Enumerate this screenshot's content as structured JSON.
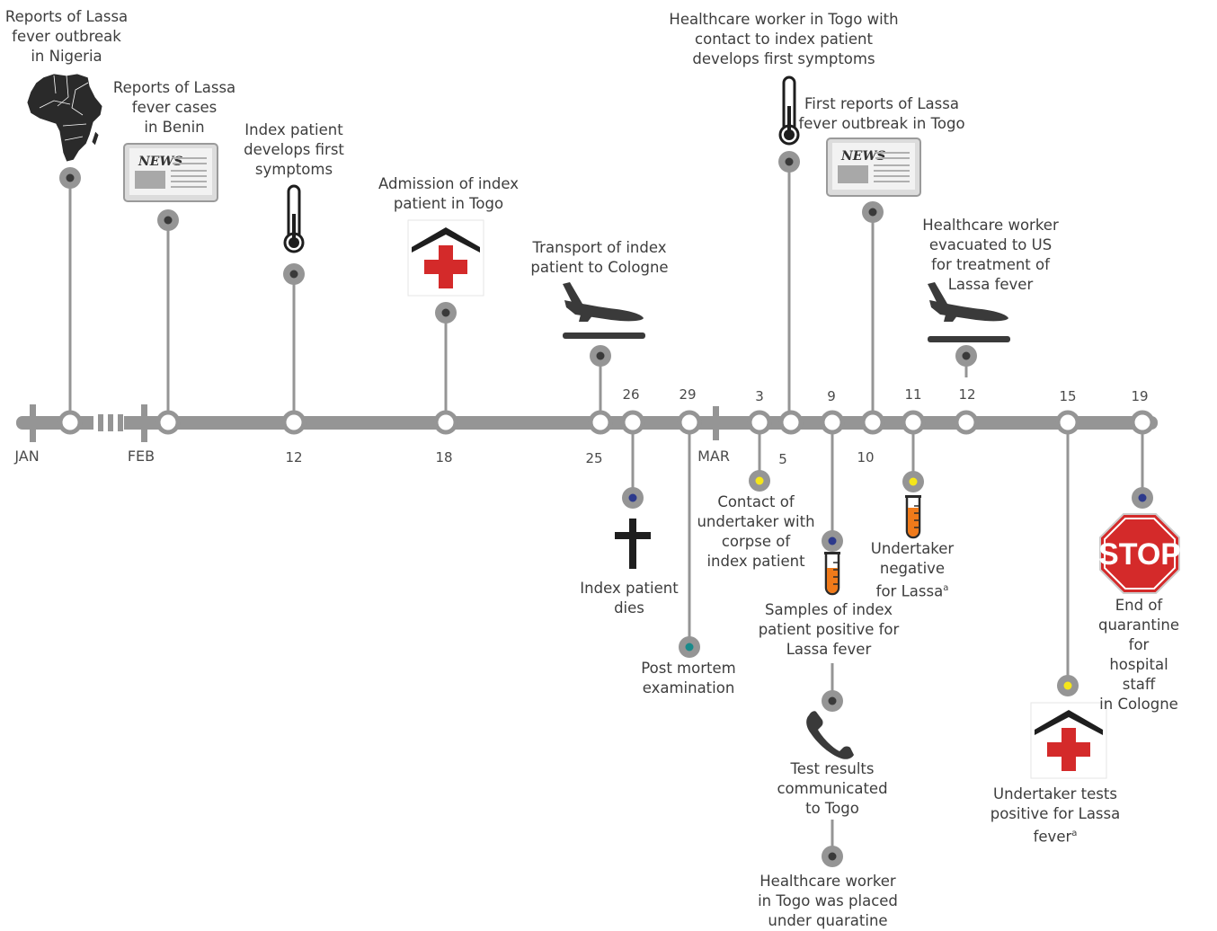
{
  "months": [
    "JAN",
    "FEB",
    "MAR"
  ],
  "day_ticks_above": [
    "26",
    "29",
    "3",
    "9",
    "11",
    "12",
    "15",
    "19"
  ],
  "day_ticks_below": [
    "12",
    "18",
    "25",
    "5",
    "10"
  ],
  "events": {
    "nigeria": "Reports of Lassa\nfever outbreak\nin Nigeria",
    "benin": "Reports of Lassa\nfever cases\nin Benin",
    "symptoms": "Index patient\ndevelops first\nsymptoms",
    "admission": "Admission of index\npatient in Togo",
    "transport": "Transport of index\npatient to Cologne",
    "hcw_symptoms": "Healthcare worker in Togo with\ncontact to index patient\ndevelops first symptoms",
    "togo_reports": "First reports of Lassa\nfever outbreak in Togo",
    "evacuated": "Healthcare worker\nevacuated to US\nfor treatment of\nLassa fever",
    "dies": "Index patient\ndies",
    "postmortem": "Post mortem\nexamination",
    "undertaker_contact": "Contact of\nundertaker with\ncorpse of\nindex patient",
    "samples_positive": "Samples of index\npatient positive for\nLassa fever",
    "results_communicated": "Test results\ncommunicated\nto Togo",
    "quarantine_togo": "Healthcare worker\nin Togo was placed\nunder quaratine",
    "undertaker_negative": "Undertaker\nnegative\nfor Lassa",
    "undertaker_positive": "Undertaker tests\npositive for Lassa fever",
    "end_quarantine": "End of quarantine\nfor hospital staff\nin Cologne"
  },
  "footnote_mark": "a",
  "icon_text": {
    "news": "NEWS",
    "stop": "STOP"
  },
  "colors": {
    "line": "#959595",
    "node_dark": "#3a3a3a",
    "yellow": "#f5e61a",
    "blue": "#2d3a8c",
    "teal": "#1a8a8a",
    "red": "#d42a2a",
    "orange": "#f07a1a",
    "icon": "#2a2a2a"
  }
}
